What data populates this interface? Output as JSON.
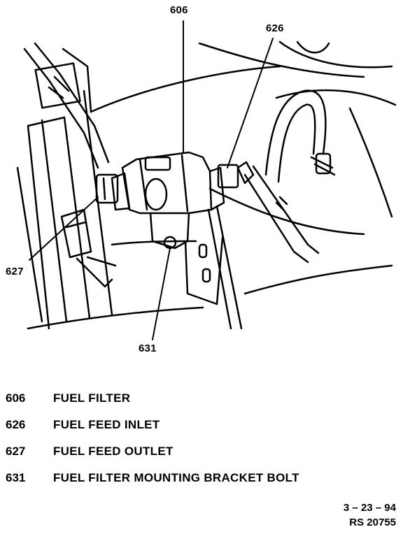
{
  "callouts": {
    "c606": "606",
    "c626": "626",
    "c627": "627",
    "c631": "631"
  },
  "legend": [
    {
      "number": "606",
      "description": "FUEL FILTER"
    },
    {
      "number": "626",
      "description": "FUEL FEED INLET"
    },
    {
      "number": "627",
      "description": "FUEL FEED OUTLET"
    },
    {
      "number": "631",
      "description": "FUEL FILTER MOUNTING BRACKET BOLT"
    }
  ],
  "footer": {
    "date": "3 – 23 – 94",
    "reference": "RS 20755"
  }
}
